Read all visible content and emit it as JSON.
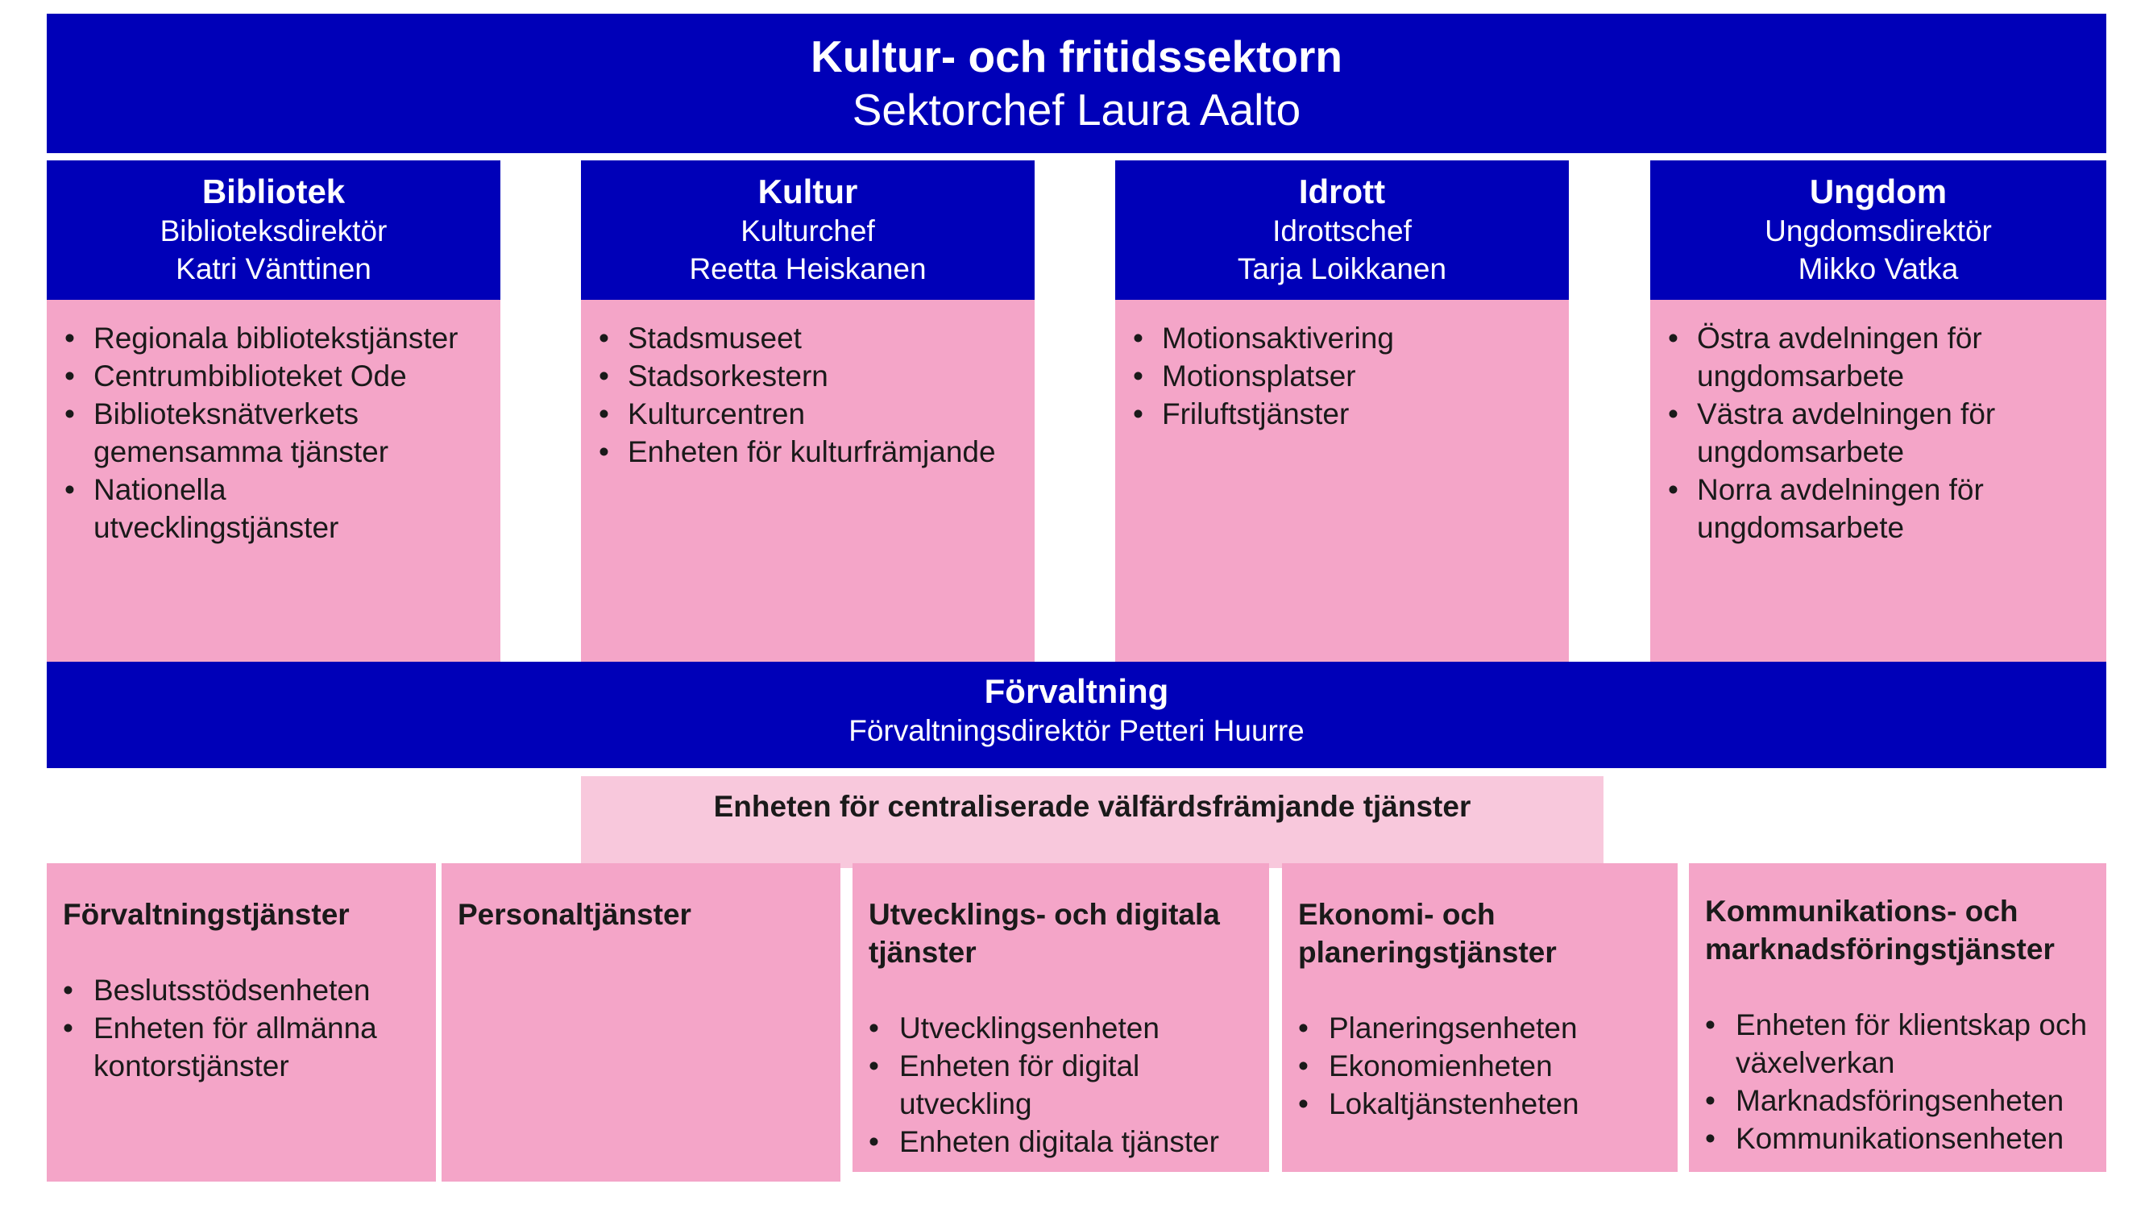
{
  "colors": {
    "navy": "#0000b8",
    "pink": "#f4a5c8",
    "light_pink": "#f8c8dc"
  },
  "sector": {
    "title": "Kultur- och fritidssektorn",
    "head": "Sektorchef Laura Aalto"
  },
  "divisions": [
    {
      "title": "Bibliotek",
      "role": "Biblioteksdirektör",
      "person": "Katri Vänttinen",
      "units": [
        "Regionala bibliotekstjänster",
        "Centrumbiblioteket Ode",
        "Biblioteksnätverkets gemensamma tjänster",
        "Nationella utvecklingstjänster"
      ]
    },
    {
      "title": "Kultur",
      "role": "Kulturchef",
      "person": "Reetta Heiskanen",
      "units": [
        "Stadsmuseet",
        "Stadsorkestern",
        "Kulturcentren",
        "Enheten för kulturfrämjande"
      ]
    },
    {
      "title": "Idrott",
      "role": "Idrottschef",
      "person": "Tarja Loikkanen",
      "units": [
        "Motionsaktivering",
        "Motionsplatser",
        "Friluftstjänster"
      ]
    },
    {
      "title": "Ungdom",
      "role": "Ungdomsdirektör",
      "person": "Mikko Vatka",
      "units": [
        "Östra avdelningen för ungdomsarbete",
        "Västra avdelningen för ungdomsarbete",
        "Norra avdelningen för ungdomsarbete"
      ]
    }
  ],
  "administration": {
    "title": "Förvaltning",
    "head": "Förvaltningsdirektör Petteri Huurre"
  },
  "central_unit": {
    "title": "Enheten för centraliserade välfärdsfrämjande tjänster"
  },
  "services": [
    {
      "title": "Förvaltningstjänster",
      "units": [
        "Beslutsstödsenheten",
        "Enheten för allmänna kontorstjänster"
      ]
    },
    {
      "title": "Personaltjänster",
      "units": []
    },
    {
      "title": "Utvecklings- och digitala tjänster",
      "units": [
        "Utvecklingsenheten",
        "Enheten för digital utveckling",
        "Enheten digitala tjänster"
      ]
    },
    {
      "title": "Ekonomi- och planeringstjänster",
      "units": [
        "Planeringsenheten",
        "Ekonomienheten",
        "Lokaltjänstenheten"
      ]
    },
    {
      "title": "Kommunikations- och marknadsföringstjänster",
      "units": [
        "Enheten för klientskap och växelverkan",
        "Marknadsföringsenheten",
        "Kommunikationsenheten"
      ]
    }
  ]
}
